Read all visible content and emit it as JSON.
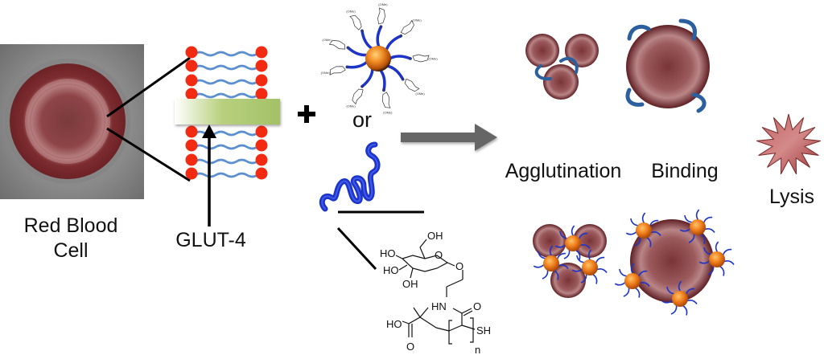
{
  "labels": {
    "red_blood_cell": [
      "Red Blood",
      "Cell"
    ],
    "glut4": "GLUT-4",
    "plus": "+",
    "or": "or",
    "agglutination": "Agglutination",
    "binding": "Binding",
    "lysis": "Lysis"
  },
  "chemistry": {
    "sugar_oh_top": "OH",
    "sugar_ho_1": "HO",
    "sugar_ho_2": "HO",
    "sugar_oh_bottom": "OH",
    "ring_o": "O",
    "glycoside_o": "O",
    "amide_hn": "HN",
    "amide_o": "O",
    "acid_ho": "HO",
    "acid_o": "O",
    "thiol": "SH",
    "repeat": "n",
    "nanoparticle_ligand_tag": "(OMe)"
  },
  "colors": {
    "rbc_red": "#8c3b3f",
    "lipid_head": "#f22a12",
    "lipid_tail": "#5b8fd0",
    "glut_green": "#a8c46a",
    "polymer_blue": "#1c34c8",
    "lectin_blue": "#2c5f9e",
    "nanoparticle_orange": "#e8741a",
    "arrow_gray": "#666666",
    "lysis_red": "#b24a4a"
  }
}
